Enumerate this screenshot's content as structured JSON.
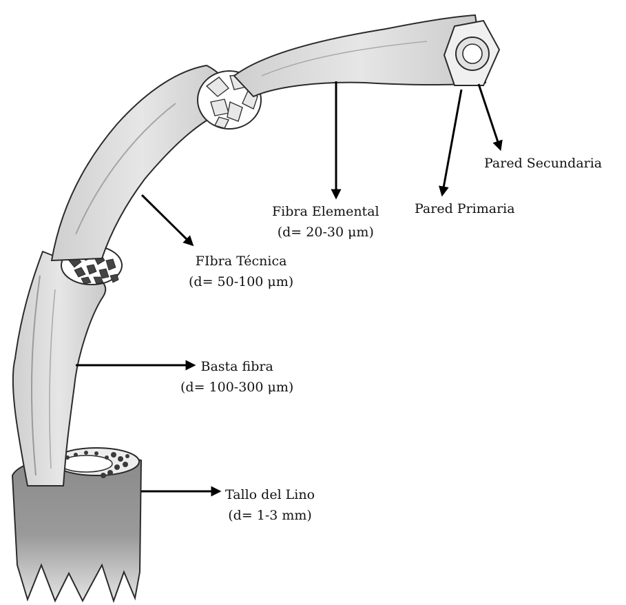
{
  "colors": {
    "outline": "#2a2a2a",
    "fiber_fill": "#dcdcdc",
    "fiber_shade": "#bdbdbd",
    "stem_fill": "#8f8f8f",
    "arrow": "#000000",
    "text": "#111111"
  },
  "labels": {
    "pared_secundaria": "Pared Secundaria",
    "pared_primaria": "Pared Primaria",
    "fibra_elemental": {
      "name": "Fibra Elemental",
      "size": "(d= 20-30 μm)"
    },
    "fibra_tecnica": {
      "name": "FIbra Técnica",
      "size": "(d= 50-100 μm)"
    },
    "basta_fibra": {
      "name": "Basta fibra",
      "size": "(d= 100-300 μm)"
    },
    "tallo_lino": {
      "name": "Tallo del Lino",
      "size": "(d= 1-3 mm)"
    }
  }
}
